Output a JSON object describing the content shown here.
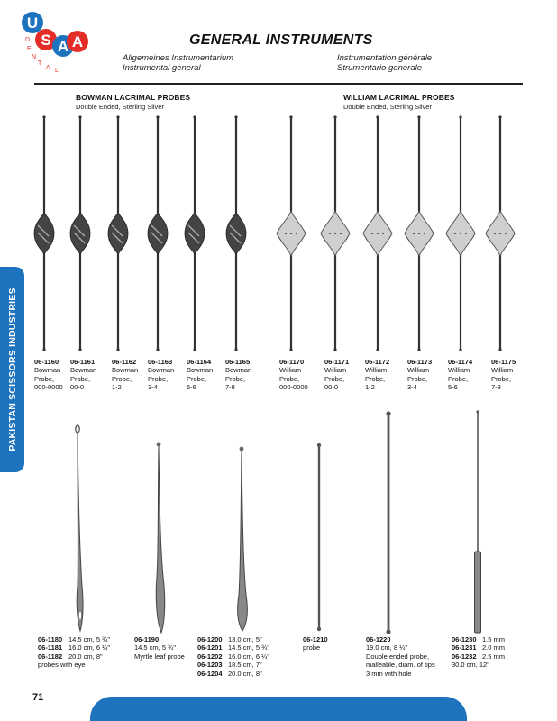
{
  "logo": {
    "letters": [
      "U",
      "S",
      "A",
      "A"
    ],
    "tagline": "DENTAL",
    "colors": {
      "blue": "#1e73bf",
      "red": "#e52d27"
    }
  },
  "header": {
    "title": "GENERAL INSTRUMENTS",
    "subtitles": [
      "Allgemeines Instrumentarium",
      "Instrumental general",
      "Instrumentation générale",
      "Strumentario generale"
    ]
  },
  "sections": [
    {
      "title": "BOWMAN LACRIMAL PROBES",
      "subtitle": "Double Ended, Sterling Silver"
    },
    {
      "title": "WILLIAM LACRIMAL PROBES",
      "subtitle": "Double Ended, Sterling Silver"
    }
  ],
  "sidebar": {
    "text": "PAKISTAN SCISSORS INDUSTRIES",
    "color": "#1e73bf"
  },
  "top_items": [
    {
      "code": "06-1160",
      "lines": [
        "Bowman",
        "Probe,",
        "000-0000"
      ]
    },
    {
      "code": "06-1161",
      "lines": [
        "Bowman",
        "Probe,",
        "00-0"
      ]
    },
    {
      "code": "06-1162",
      "lines": [
        "Bowman",
        "Probe,",
        "1-2"
      ]
    },
    {
      "code": "06-1163",
      "lines": [
        "Bowman",
        "Probe,",
        "3-4"
      ]
    },
    {
      "code": "06-1164",
      "lines": [
        "Bowman",
        "Probe,",
        "5-6"
      ]
    },
    {
      "code": "06-1165",
      "lines": [
        "Bowman",
        "Probe,",
        "7-8"
      ]
    },
    {
      "code": "06-1170",
      "lines": [
        "William",
        "Probe,",
        "000-0000"
      ]
    },
    {
      "code": "06-1171",
      "lines": [
        "William",
        "Probe,",
        "00-0"
      ]
    },
    {
      "code": "06-1172",
      "lines": [
        "William",
        "Probe,",
        "1-2"
      ]
    },
    {
      "code": "06-1173",
      "lines": [
        "William",
        "Probe,",
        "3-4"
      ]
    },
    {
      "code": "06-1174",
      "lines": [
        "William",
        "Probe,",
        "5-6"
      ]
    },
    {
      "code": "06-1175",
      "lines": [
        "William",
        "Probe,",
        "7-8"
      ]
    }
  ],
  "bottom_groups": [
    {
      "rows": [
        [
          "06-1180",
          "14.5 cm, 5 ¾\""
        ],
        [
          "06-1181",
          "16.0 cm, 6 ¼\""
        ],
        [
          "06-1182",
          "20.0 cm, 8\""
        ]
      ],
      "notes": [
        "probes with eye"
      ]
    },
    {
      "rows": [
        [
          "06-1190",
          ""
        ]
      ],
      "notes": [
        "14.5 cm, 5 ¾\"",
        "Myrtle leaf probe"
      ]
    },
    {
      "rows": [
        [
          "06-1200",
          "13.0 cm, 5\""
        ],
        [
          "06-1201",
          "14.5 cm, 5 ¾\""
        ],
        [
          "06-1202",
          "16.0 cm, 6 ¼\""
        ],
        [
          "06-1203",
          "18.5 cm, 7\""
        ],
        [
          "06-1204",
          "20.0 cm, 8\""
        ]
      ],
      "notes": []
    },
    {
      "rows": [
        [
          "06-1210",
          ""
        ]
      ],
      "notes": [
        "probe"
      ]
    },
    {
      "rows": [
        [
          "06-1220",
          ""
        ]
      ],
      "notes": [
        "19.0 cm, 8 ¼\"",
        "Double ended probe,",
        "malleable, diam. of tips",
        "3 mm with hole"
      ]
    },
    {
      "rows": [
        [
          "06-1230",
          "1.5 mm"
        ],
        [
          "06-1231",
          "2.0 mm"
        ],
        [
          "06-1232",
          "2.5 mm"
        ]
      ],
      "notes": [
        "30.0 cm, 12\""
      ]
    }
  ],
  "footer": {
    "page_number": "71",
    "bar_color": "#1e73bf"
  }
}
